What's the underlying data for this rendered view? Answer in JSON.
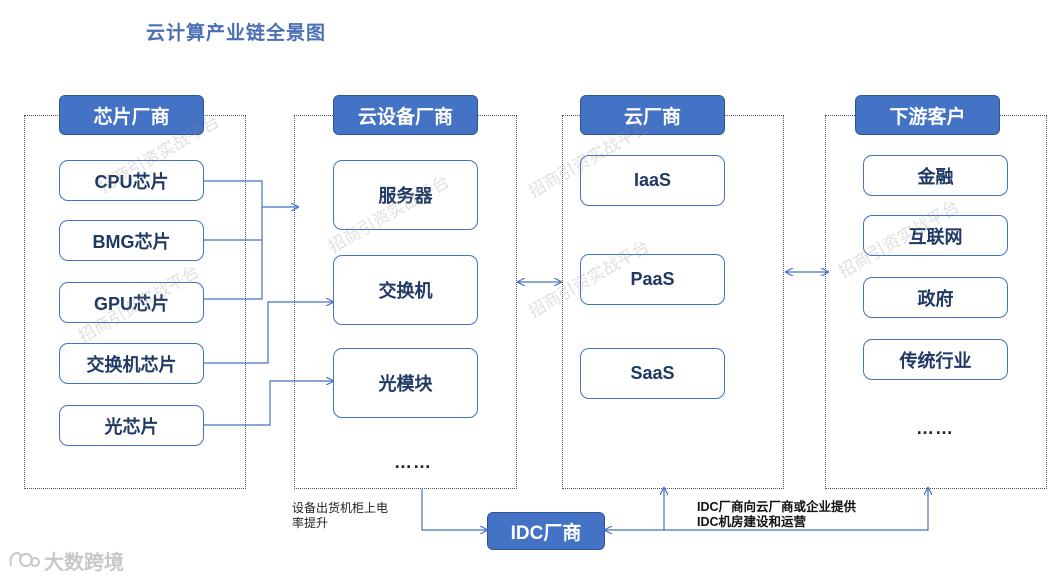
{
  "title": "云计算产业链全景图",
  "panels": {
    "chips": {
      "header": "芯片厂商",
      "items": [
        "CPU芯片",
        "BMG芯片",
        "GPU芯片",
        "交换机芯片",
        "光芯片"
      ]
    },
    "devices": {
      "header": "云设备厂商",
      "items": [
        "服务器",
        "交换机",
        "光模块"
      ],
      "ellipsis": "……"
    },
    "cloud": {
      "header": "云厂商",
      "items": [
        "IaaS",
        "PaaS",
        "SaaS"
      ]
    },
    "customers": {
      "header": "下游客户",
      "items": [
        "金融",
        "互联网",
        "政府",
        "传统行业"
      ],
      "ellipsis": "……"
    }
  },
  "idc": {
    "label": "IDC厂商",
    "note_left": "设备出货机柜上电率提升",
    "note_right": "IDC厂商向云厂商或企业提供IDC机房建设和运营"
  },
  "watermark": "招商引资实战平台",
  "brand": "大数跨境",
  "colors": {
    "accent": "#4472c4",
    "node_border": "#4472c4",
    "title": "#4a6fb5",
    "line": "#4472c4"
  }
}
